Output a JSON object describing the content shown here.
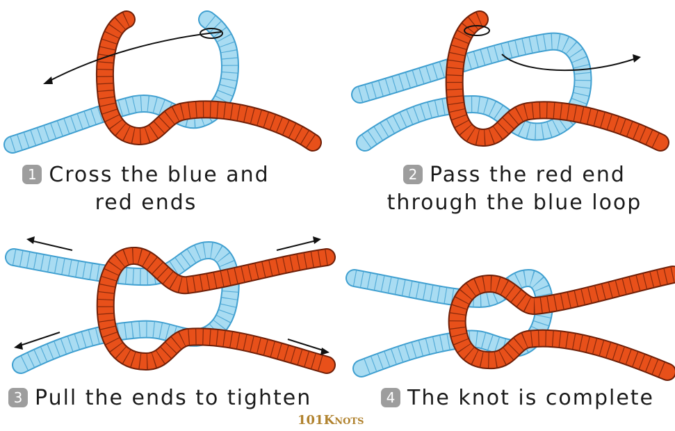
{
  "colors": {
    "blue_fill": "#a9dcf2",
    "blue_stroke": "#3f9fd0",
    "red_fill": "#e8501a",
    "red_stroke": "#6e1f08",
    "arrow": "#111111",
    "badge": "#9d9d9d",
    "logo": "#b0822e"
  },
  "steps": [
    {
      "number": "1",
      "line1": "Cross the blue and",
      "line2": "red ends"
    },
    {
      "number": "2",
      "line1": "Pass the red end",
      "line2": "through the blue loop"
    },
    {
      "number": "3",
      "line1": "Pull the ends to tighten",
      "line2": ""
    },
    {
      "number": "4",
      "line1": "The knot is complete",
      "line2": ""
    }
  ],
  "logo": {
    "prefix": "101K",
    "suffix": "NOTS"
  }
}
